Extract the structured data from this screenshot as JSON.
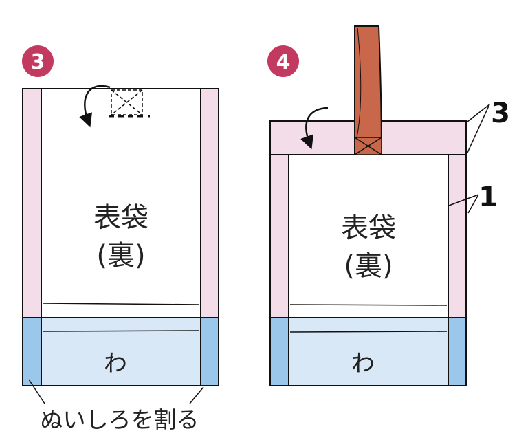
{
  "colors": {
    "badge": "#c33a61",
    "pink": "#f2dde8",
    "blue_light": "#d9e8f7",
    "blue_dark": "#9ac7ea",
    "handle": "#c9674a",
    "line": "#111111"
  },
  "step3": {
    "badge": "3",
    "label_line1": "表袋",
    "label_line2": "(裏)",
    "fold_label": "わ",
    "caption": "ぬいしろを割る"
  },
  "step4": {
    "badge": "4",
    "label_line1": "表袋",
    "label_line2": "(裏)",
    "fold_label": "わ",
    "callout_top": "3",
    "callout_side": "1"
  }
}
